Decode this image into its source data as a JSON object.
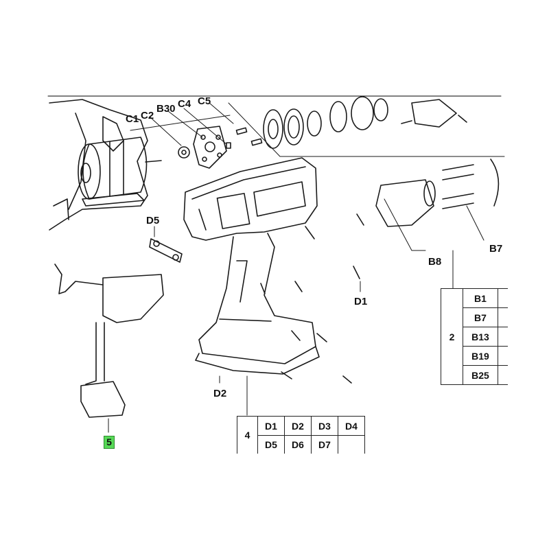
{
  "labels": {
    "c1": "C1",
    "c2": "C2",
    "b30": "B30",
    "c4": "C4",
    "c5": "C5",
    "d5": "D5",
    "d1": "D1",
    "d2": "D2",
    "b8": "B8",
    "b7": "B7",
    "part5": "5"
  },
  "table_b": {
    "group": "2",
    "rows": [
      "B1",
      "B7",
      "B13",
      "B19",
      "B25"
    ]
  },
  "table_d": {
    "group": "4",
    "row1": [
      "D1",
      "D2",
      "D3",
      "D4"
    ],
    "row2": [
      "D5",
      "D6",
      "D7",
      ""
    ]
  }
}
